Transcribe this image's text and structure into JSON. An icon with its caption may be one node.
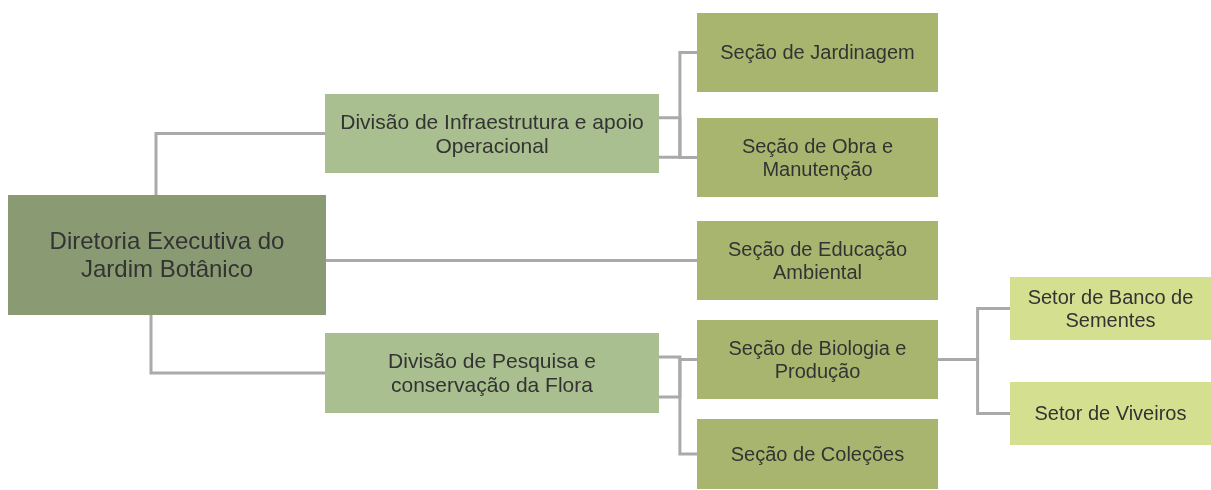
{
  "diagram": {
    "nodes": [
      {
        "text": [
          "Diretoria Executiva do Jardim Botânico"
        ]
      },
      {
        "text": [
          "Divisão de Infraestrutura e apoio Operacional"
        ]
      },
      {
        "text": [
          "Seção de Jardinagem"
        ]
      },
      {
        "text": [
          "Seção de Obra e Manutenção"
        ]
      },
      {
        "text": [
          "Seção de Educação Ambiental"
        ]
      },
      {
        "text": [
          "Divisão de Pesquisa e conservação da Flora"
        ]
      },
      {
        "text": [
          "Seção de Biologia e Produção"
        ]
      },
      {
        "text": [
          "Seção de Coleções"
        ]
      },
      {
        "text": [
          "Setor de Banco de Sementes"
        ]
      },
      {
        "text": [
          "Setor de Viveiros"
        ]
      }
    ],
    "edges": [
      {
        "from": 0,
        "to": 1,
        "arrow": "none"
      },
      {
        "from": 0,
        "to": 4,
        "arrow": "none"
      },
      {
        "from": 0,
        "to": 5,
        "arrow": "none"
      },
      {
        "from": 1,
        "to": 2,
        "arrow": "none"
      },
      {
        "from": 1,
        "to": 3,
        "arrow": "none"
      },
      {
        "from": 5,
        "to": 6,
        "arrow": "none"
      },
      {
        "from": 5,
        "to": 7,
        "arrow": "none"
      },
      {
        "from": 6,
        "to": 8,
        "arrow": "none"
      },
      {
        "from": 6,
        "to": 9,
        "arrow": "none"
      }
    ]
  }
}
